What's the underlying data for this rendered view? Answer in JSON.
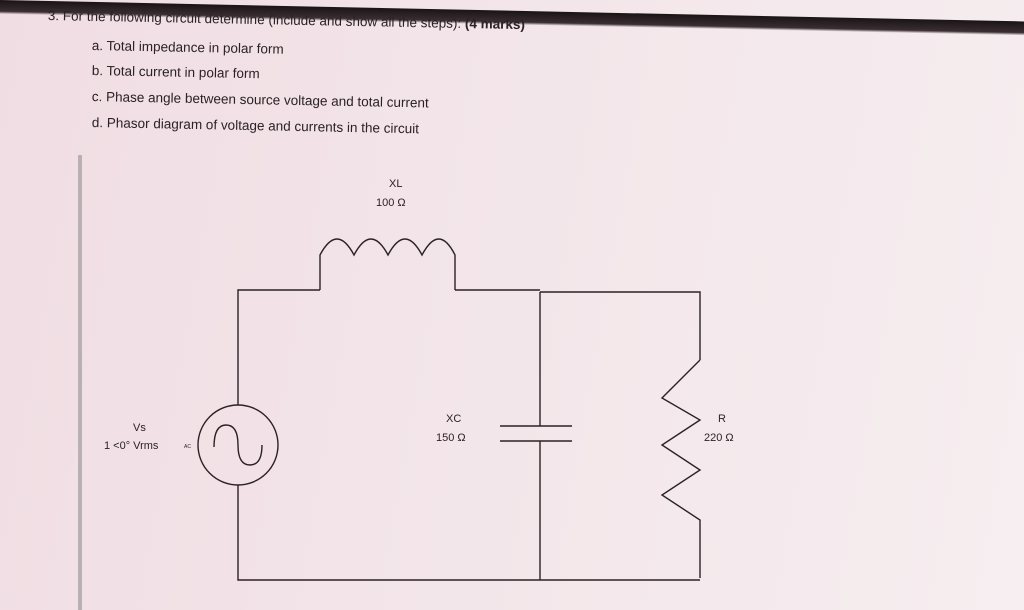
{
  "question": {
    "title": "3. For the following circuit determine (include and show all the steps):",
    "marks": "(4 marks)",
    "items": [
      "a. Total impedance in polar form",
      "b. Total current in polar form",
      "c. Phase angle between source voltage and total current",
      "d. Phasor diagram of voltage and currents in the circuit"
    ]
  },
  "circuit": {
    "source": {
      "name": "Vs",
      "value": "1 <0° Vrms",
      "tag": "AC"
    },
    "inductor": {
      "name": "XL",
      "value": "100 Ω"
    },
    "capacitor": {
      "name": "XC",
      "value": "150 Ω"
    },
    "resistor": {
      "name": "R",
      "value": "220 Ω"
    }
  }
}
